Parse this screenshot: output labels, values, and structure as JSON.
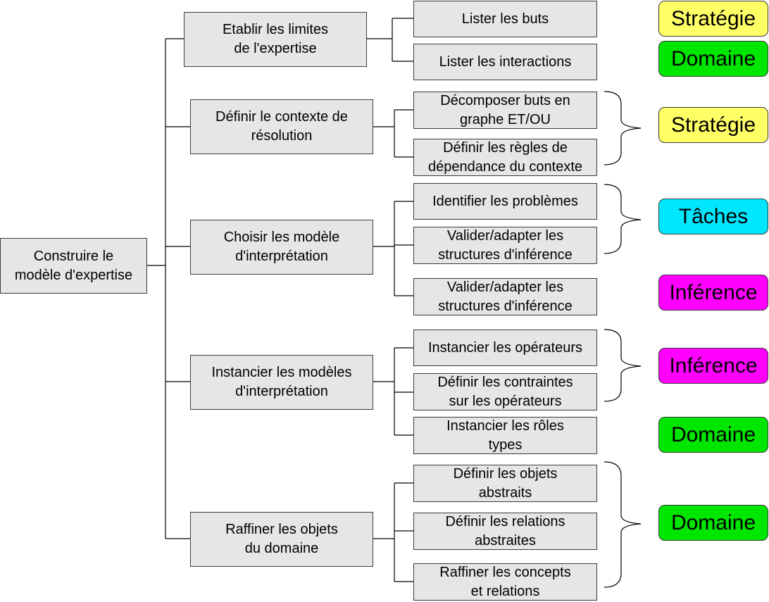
{
  "root": {
    "lines": [
      "Construire le",
      "modèle d'expertise"
    ]
  },
  "steps": [
    {
      "lines": [
        "Etablir les limites",
        "de l'expertise"
      ],
      "tasks": [
        {
          "lines": [
            "Lister les buts"
          ]
        },
        {
          "lines": [
            "Lister les interactions"
          ]
        }
      ]
    },
    {
      "lines": [
        "Définir le contexte de",
        "résolution"
      ],
      "tasks": [
        {
          "lines": [
            "Décomposer buts en",
            "graphe ET/OU"
          ]
        },
        {
          "lines": [
            "Définir les règles de",
            "dépendance du contexte"
          ]
        }
      ]
    },
    {
      "lines": [
        "Choisir les modèle",
        "d'interprétation"
      ],
      "tasks": [
        {
          "lines": [
            "Identifier les problèmes"
          ]
        },
        {
          "lines": [
            "Valider/adapter les",
            "structures d'inférence"
          ]
        },
        {
          "lines": [
            "Valider/adapter les",
            "structures d'inférence"
          ]
        }
      ]
    },
    {
      "lines": [
        "Instancier les modèles",
        "d'interprétation"
      ],
      "tasks": [
        {
          "lines": [
            "Instancier les opérateurs"
          ]
        },
        {
          "lines": [
            "Définir les contraintes",
            "sur les opérateurs"
          ]
        },
        {
          "lines": [
            "Instancier les rôles",
            "types"
          ]
        }
      ]
    },
    {
      "lines": [
        "Raffiner les objets",
        "du domaine"
      ],
      "tasks": [
        {
          "lines": [
            "Définir les objets",
            "abstraits"
          ]
        },
        {
          "lines": [
            "Définir les relations",
            "abstraites"
          ]
        },
        {
          "lines": [
            "Raffiner les concepts",
            "et relations"
          ]
        }
      ]
    }
  ],
  "categories": [
    {
      "label": "Stratégie",
      "color": "#ffff66"
    },
    {
      "label": "Domaine",
      "color": "#00e600"
    },
    {
      "label": "Stratégie",
      "color": "#ffff66"
    },
    {
      "label": "Tâches",
      "color": "#00e6ff"
    },
    {
      "label": "Inférence",
      "color": "#ff00ff"
    },
    {
      "label": "Inférence",
      "color": "#ff00ff"
    },
    {
      "label": "Domaine",
      "color": "#00e600"
    },
    {
      "label": "Domaine",
      "color": "#00e600"
    }
  ]
}
